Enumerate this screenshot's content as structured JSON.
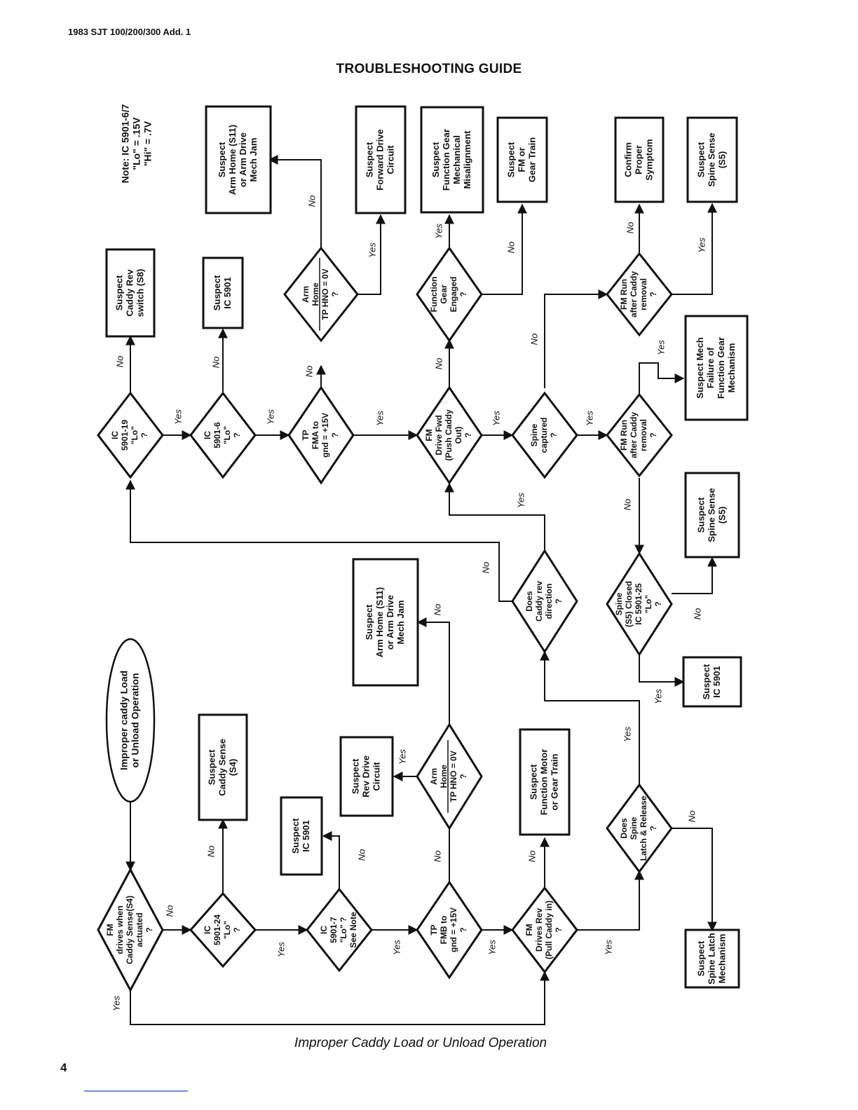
{
  "header": "1983 SJT 100/200/300 Add. 1",
  "title": "TROUBLESHOOTING GUIDE",
  "caption": "Improper Caddy Load or Unload Operation",
  "page_number": "4",
  "note": [
    "Note: IC 5901-6/7",
    "\"Lo\" = .15V",
    "\"Hi\" = .7V"
  ],
  "yes": "Yes",
  "no": "No",
  "start": [
    "Improper caddy Load",
    "or Unload Operation"
  ],
  "nodes": {
    "d_caddy_sense": [
      "FM",
      "drives when",
      "Caddy Sense(S4)",
      "actuated",
      "?"
    ],
    "d_ic24": [
      "IC",
      "5901-24",
      "\"Lo\"",
      "?"
    ],
    "d_ic7": [
      "IC",
      "5901-7",
      "\"Lo\" ?",
      "See Note"
    ],
    "d_fmb": [
      "TP",
      "FMB to",
      "gnd = +15V",
      "?"
    ],
    "d_drives_rev": [
      "FM",
      "Drives Rev",
      "(Pull Caddy in)",
      "?"
    ],
    "d_arm_home_b": [
      "Arm",
      "Home",
      "TP HNO = 0V",
      "?"
    ],
    "d_spine_latch": [
      "Does",
      "Spine",
      "Latch & Release",
      "?"
    ],
    "d_caddy_rev": [
      "Does",
      "Caddy rev",
      "direction",
      "?"
    ],
    "d_spine_closed": [
      "Spine",
      "(S5) Closed",
      "IC 5901-25",
      "\"Lo\"",
      "?"
    ],
    "d_ic19": [
      "IC",
      "5901-19",
      "\"Lo\"",
      "?"
    ],
    "d_ic6": [
      "IC",
      "5901-6",
      "\"Lo\"",
      "?"
    ],
    "d_fma": [
      "TP",
      "FMA to",
      "gnd = +15V",
      "?"
    ],
    "d_drive_fwd": [
      "FM",
      "Drive Fwd",
      "(Push Caddy",
      "Out)",
      "?"
    ],
    "d_spine_captured": [
      "Spine",
      "captured",
      "?"
    ],
    "d_fm_run_a": [
      "FM Run",
      "after Caddy",
      "removal",
      "?"
    ],
    "d_arm_home_a": [
      "Arm",
      "Home",
      "TP HNO = 0V",
      "?"
    ],
    "d_func_gear": [
      "Function",
      "Gear",
      "Engaged",
      "?"
    ],
    "d_fm_run_b": [
      "FM Run",
      "after Caddy",
      "removal",
      "?"
    ],
    "b_caddy_sense_s4": [
      "Suspect",
      "Caddy Sense",
      "(S4)"
    ],
    "b_ic5901_a": [
      "Suspect",
      "IC 5901"
    ],
    "b_rev_drive": [
      "Suspect",
      "Rev Drive",
      "Circuit"
    ],
    "b_arm_home_b": [
      "Suspect",
      "Arm Home (S11)",
      "or Arm Drive",
      "Mech Jam"
    ],
    "b_func_motor": [
      "Suspect",
      "Function Motor",
      "or Gear Train"
    ],
    "b_spine_latch": [
      "Suspect",
      "Spine Latch",
      "Mechanism"
    ],
    "b_ic5901_b": [
      "Suspect",
      "IC 5901"
    ],
    "b_spine_sense_a": [
      "Suspect",
      "Spine Sense",
      "(S5)"
    ],
    "b_mech_failure": [
      "Suspect Mech",
      "Failure of",
      "Function Gear",
      "Mechanism"
    ],
    "b_caddy_rev_sw": [
      "Suspect",
      "Caddy Rev",
      "switch (S8)"
    ],
    "b_ic5901_c": [
      "Suspect",
      "IC 5901"
    ],
    "b_arm_home_a": [
      "Suspect",
      "Arm Home (S11)",
      "or Arm Drive",
      "Mech Jam"
    ],
    "b_fwd_drive": [
      "Suspect",
      "Forward Drive",
      "Circuit"
    ],
    "b_func_gear_misalign": [
      "Suspect",
      "Function Gear",
      "Mechanical",
      "Misalignment"
    ],
    "b_fm_gear_train": [
      "Suspect",
      "FM or",
      "Gear Train"
    ],
    "b_confirm": [
      "Confirm",
      "Proper",
      "Symptom"
    ],
    "b_spine_sense_b": [
      "Suspect",
      "Spine Sense",
      "(S5)"
    ]
  }
}
